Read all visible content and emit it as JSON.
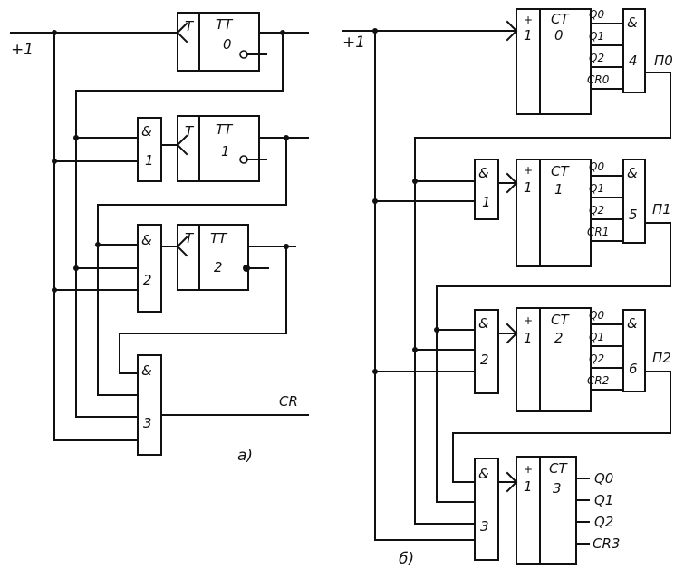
{
  "diagram_a": {
    "supply": "+1",
    "tt": [
      {
        "label": "TT",
        "num": "0",
        "clk": "T"
      },
      {
        "label": "TT",
        "num": "1",
        "clk": "T"
      },
      {
        "label": "TT",
        "num": "2",
        "clk": "T"
      }
    ],
    "gates": [
      {
        "sym": "&",
        "num": "1"
      },
      {
        "sym": "&",
        "num": "2"
      },
      {
        "sym": "&",
        "num": "3"
      }
    ],
    "carry_out": "CR",
    "caption": "а)"
  },
  "diagram_b": {
    "supply": "+1",
    "counters": [
      {
        "label": "CT",
        "num": "0",
        "plus": "+",
        "one": "1",
        "outs": [
          "Q0",
          "Q1",
          "Q2",
          "CR0"
        ]
      },
      {
        "label": "CT",
        "num": "1",
        "plus": "+",
        "one": "1",
        "outs": [
          "Q0",
          "Q1",
          "Q2",
          "CR1"
        ]
      },
      {
        "label": "CT",
        "num": "2",
        "plus": "+",
        "one": "1",
        "outs": [
          "Q0",
          "Q1",
          "Q2",
          "CR2"
        ]
      },
      {
        "label": "CT",
        "num": "3",
        "plus": "+",
        "one": "1",
        "outs": [
          "Q0",
          "Q1",
          "Q2",
          "CR3"
        ]
      }
    ],
    "in_gates": [
      {
        "sym": "&",
        "num": "1"
      },
      {
        "sym": "&",
        "num": "2"
      },
      {
        "sym": "&",
        "num": "3"
      }
    ],
    "out_gates": [
      {
        "sym": "&",
        "num": "4",
        "out": "П0"
      },
      {
        "sym": "&",
        "num": "5",
        "out": "П1"
      },
      {
        "sym": "&",
        "num": "6",
        "out": "П2"
      }
    ],
    "caption": "б)"
  }
}
